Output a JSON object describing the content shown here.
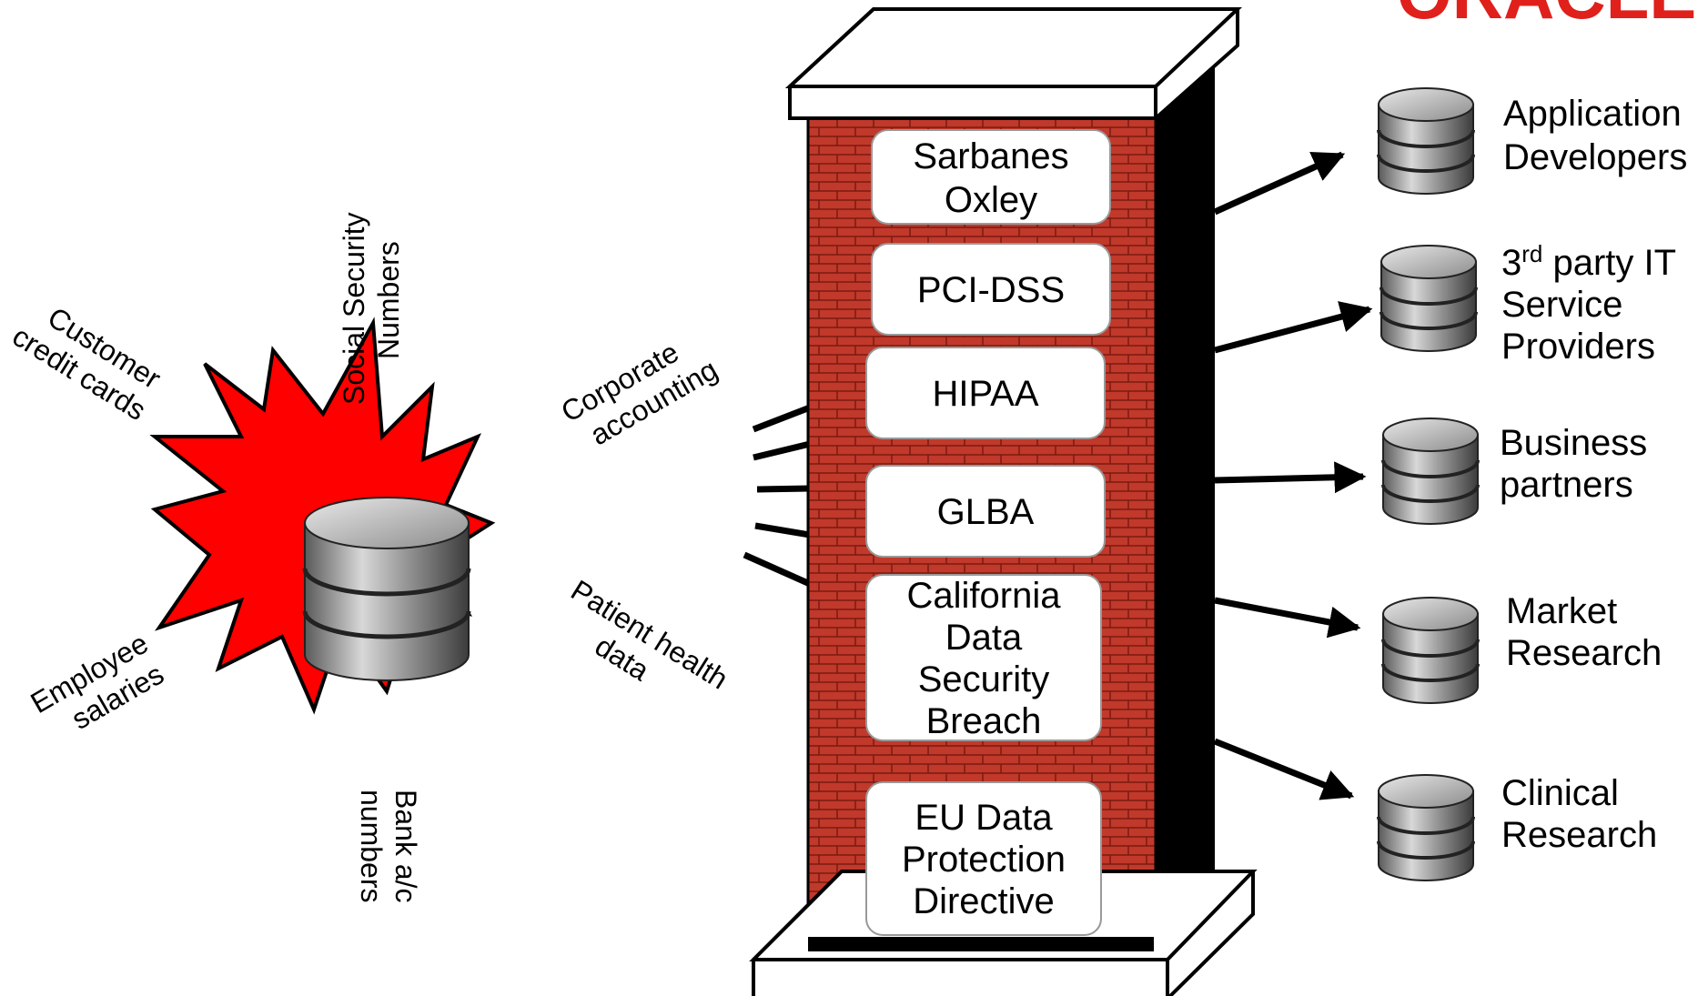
{
  "logo_text": "ORACLE",
  "colors": {
    "brick": "#c0392b",
    "burst": "#ff0000",
    "brand": "#e0201b"
  },
  "source_labels": {
    "customer_credit_cards": [
      "Customer",
      "credit cards"
    ],
    "social_security_numbers": [
      "Social Security",
      "Numbers"
    ],
    "corporate_accounting": [
      "Corporate",
      "accounting"
    ],
    "employee_salaries": [
      "Employee",
      "salaries"
    ],
    "patient_health_data": [
      "Patient health",
      "data"
    ],
    "bank_account_numbers": [
      "Bank a/c",
      "numbers"
    ]
  },
  "regulations": [
    {
      "lines": [
        "Sarbanes",
        "Oxley"
      ]
    },
    {
      "lines": [
        "PCI-DSS"
      ]
    },
    {
      "lines": [
        "HIPAA"
      ]
    },
    {
      "lines": [
        "GLBA"
      ]
    },
    {
      "lines": [
        "California",
        "Data",
        "Security",
        "Breach"
      ]
    },
    {
      "lines": [
        "EU Data",
        "Protection",
        "Directive"
      ]
    }
  ],
  "consumers": [
    {
      "lines": [
        "Application",
        "Developers"
      ]
    },
    {
      "line1_main": "3",
      "line1_sup": "rd",
      "line1_rest": " party IT",
      "lines": [
        "Service",
        "Providers"
      ]
    },
    {
      "lines": [
        "Business",
        "partners"
      ]
    },
    {
      "lines": [
        "Market",
        "Research"
      ]
    },
    {
      "lines": [
        "Clinical",
        "Research"
      ]
    }
  ]
}
